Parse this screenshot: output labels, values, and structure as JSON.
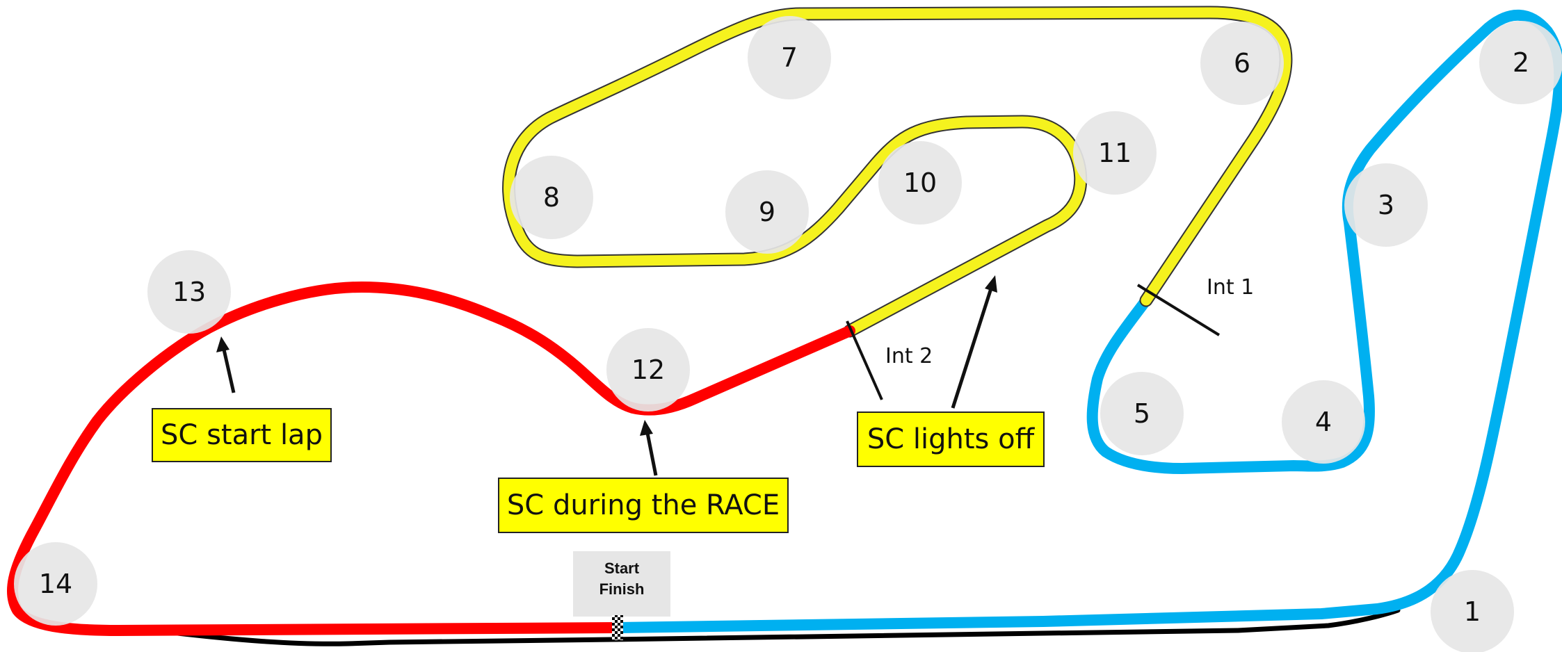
{
  "track": {
    "colors": {
      "sector_blue": "#00b0f0",
      "sector_yellow": "#f5f21e",
      "sector_red": "#ff0000",
      "pit_lane": "#000000",
      "corner_marker": "#e6e6e6"
    },
    "corners": [
      "1",
      "2",
      "3",
      "4",
      "5",
      "6",
      "7",
      "8",
      "9",
      "10",
      "11",
      "12",
      "13",
      "14"
    ],
    "intermediates": {
      "int1": "Int 1",
      "int2": "Int 2"
    },
    "start_finish": {
      "line1": "Start",
      "line2": "Finish",
      "icon": "checkered-flag-icon"
    }
  },
  "callouts": {
    "sc_start_lap": "SC start lap",
    "sc_during_race": "SC during the RACE",
    "sc_lights_off": "SC lights off",
    "background_color": "#ffff00"
  }
}
